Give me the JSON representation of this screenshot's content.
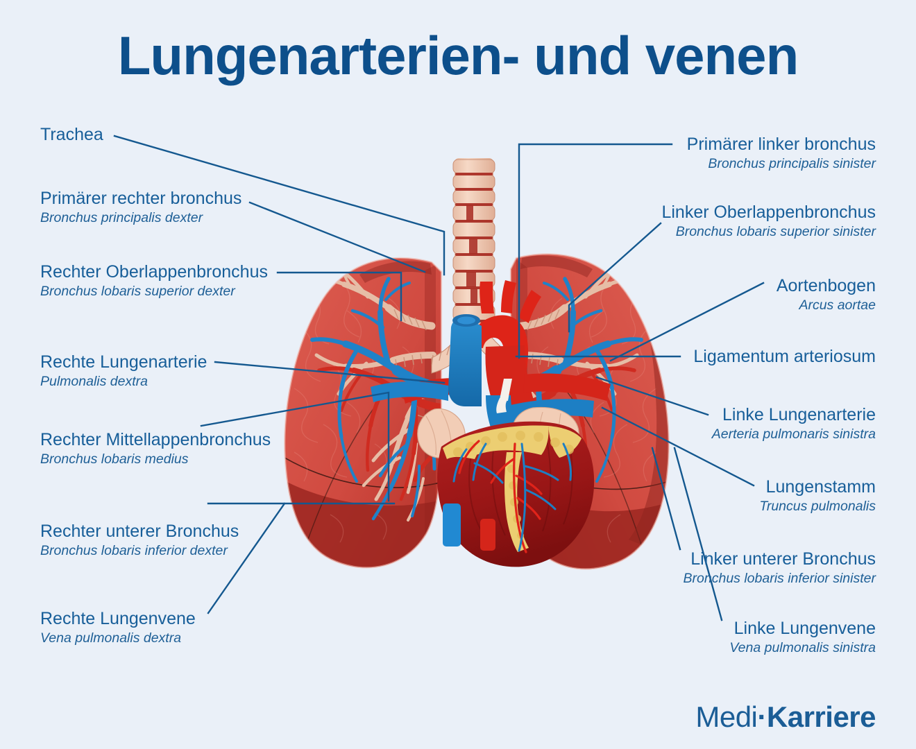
{
  "page": {
    "title": "Lungenarterien- und venen",
    "background_color": "#eaf0f8",
    "accent_color": "#175e99",
    "title_color": "#0d4f8b"
  },
  "logo": {
    "thin": "Medi",
    "dot": "·",
    "bold": "Karriere"
  },
  "labels_left": [
    {
      "de": "Trachea",
      "la": ""
    },
    {
      "de": "Primärer rechter bronchus",
      "la": "Bronchus principalis dexter"
    },
    {
      "de": "Rechter Oberlappenbronchus",
      "la": "Bronchus lobaris superior dexter"
    },
    {
      "de": "Rechte Lungenarterie",
      "la": "Pulmonalis dextra"
    },
    {
      "de": "Rechter Mittellappenbronchus",
      "la": "Bronchus lobaris medius"
    },
    {
      "de": "Rechter unterer Bronchus",
      "la": "Bronchus lobaris inferior dexter"
    },
    {
      "de": "Rechte Lungenvene",
      "la": "Vena pulmonalis dextra"
    }
  ],
  "labels_right": [
    {
      "de": "Primärer linker bronchus",
      "la": "Bronchus principalis sinister"
    },
    {
      "de": "Linker Oberlappenbronchus",
      "la": "Bronchus lobaris superior sinister"
    },
    {
      "de": "Aortenbogen",
      "la": "Arcus aortae"
    },
    {
      "de": "Ligamentum arteriosum",
      "la": ""
    },
    {
      "de": "Linke Lungenarterie",
      "la": "Aerteria pulmonaris sinistra"
    },
    {
      "de": "Lungenstamm",
      "la": "Truncus pulmonalis"
    },
    {
      "de": "Linker unterer Bronchus",
      "la": "Bronchus lobaris inferior sinister"
    },
    {
      "de": "Linke Lungenvene",
      "la": "Vena pulmonalis sinistra"
    }
  ],
  "illustration": {
    "name": "lungs-heart-anatomy",
    "colors": {
      "lung_light": "#d9534a",
      "lung_mid": "#cf4a42",
      "lung_dark": "#9e2c26",
      "lung_edge": "#8f241f",
      "artery_red": "#e02a1c",
      "heart_red": "#a51b1b",
      "vein_blue": "#1d7fc4",
      "bronchi_peach": "#f0cdb8",
      "bronchi_shade": "#d9a98f",
      "fat_yellow": "#edd072",
      "trachea_band": "#b32a22"
    }
  }
}
